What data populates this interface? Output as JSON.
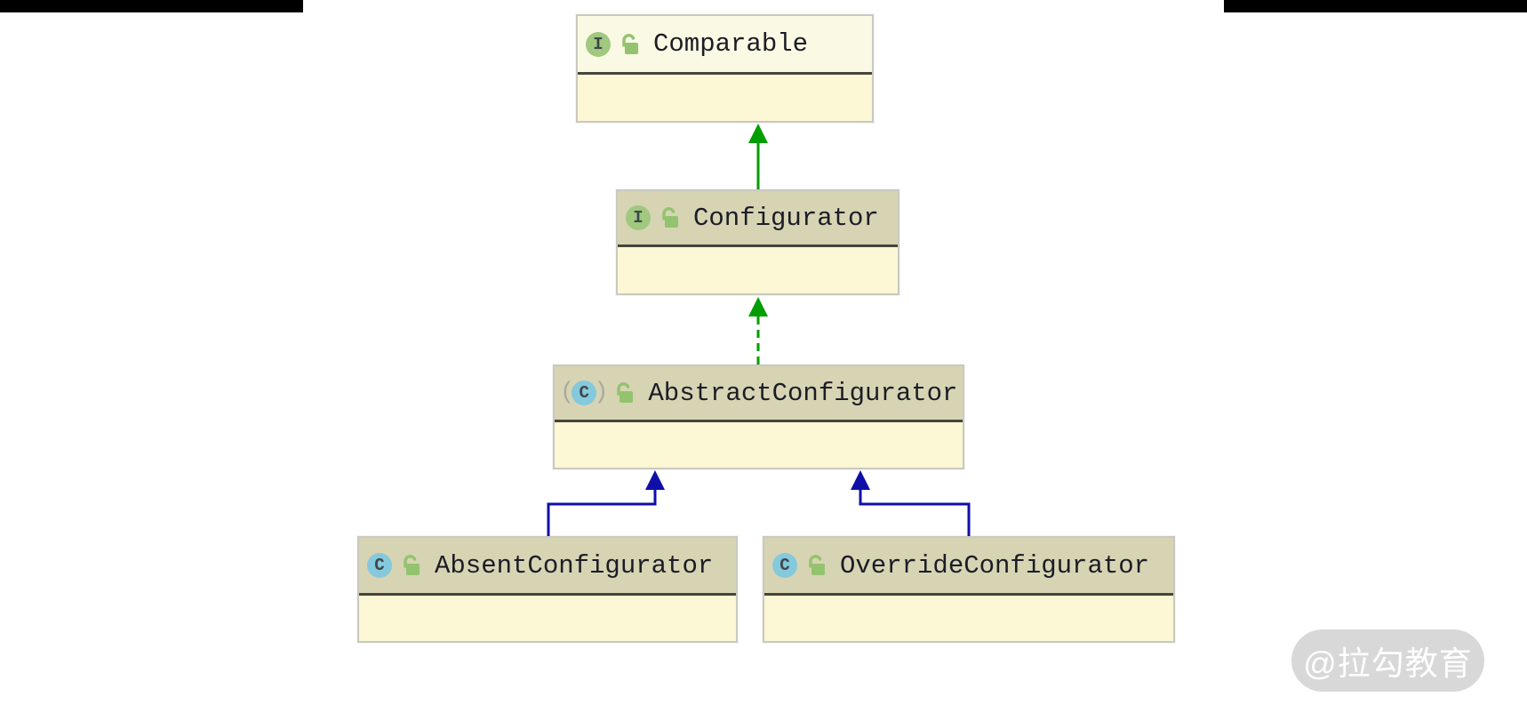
{
  "diagram": {
    "kind": "uml-class-diagram",
    "nodes": [
      {
        "id": "comparable",
        "title": "Comparable",
        "stereotype": "interface",
        "icon_letter": "I",
        "lock": "unlocked"
      },
      {
        "id": "configurator",
        "title": "Configurator",
        "stereotype": "interface",
        "icon_letter": "I",
        "lock": "unlocked"
      },
      {
        "id": "abstractconfigurator",
        "title": "AbstractConfigurator",
        "stereotype": "abstract-class",
        "icon_letter": "C",
        "icon_prefix": "(",
        "icon_suffix": ")",
        "lock": "unlocked"
      },
      {
        "id": "absentconfigurator",
        "title": "AbsentConfigurator",
        "stereotype": "class",
        "icon_letter": "C",
        "lock": "unlocked"
      },
      {
        "id": "overrideconfigurator",
        "title": "OverrideConfigurator",
        "stereotype": "class",
        "icon_letter": "C",
        "lock": "unlocked"
      }
    ],
    "edges": [
      {
        "from": "Configurator",
        "to": "Comparable",
        "type": "extends",
        "style": "solid",
        "color": "#009e00"
      },
      {
        "from": "AbstractConfigurator",
        "to": "Configurator",
        "type": "implements",
        "style": "dashed",
        "color": "#009e00"
      },
      {
        "from": "AbsentConfigurator",
        "to": "AbstractConfigurator",
        "type": "extends",
        "style": "solid",
        "color": "#0f0fa8"
      },
      {
        "from": "OverrideConfigurator",
        "to": "AbstractConfigurator",
        "type": "extends",
        "style": "solid",
        "color": "#0f0fa8"
      }
    ],
    "colors": {
      "header_khaki": "#d7d4b4",
      "header_light": "#fafae4",
      "body_cream": "#fcf7d4",
      "divider": "#45453c",
      "box_border": "#c9c9c1",
      "edge_green": "#009e00",
      "edge_navy": "#0f0fa8",
      "interface_icon_bg": "#a0c87f",
      "class_icon_bg": "#84c9dc",
      "lock_green": "#94c36f",
      "title_text": "#1c1c26"
    }
  },
  "watermark": {
    "label": "@拉勾教育",
    "bg": "#d8d8d8",
    "text_color": "#fefefe"
  }
}
